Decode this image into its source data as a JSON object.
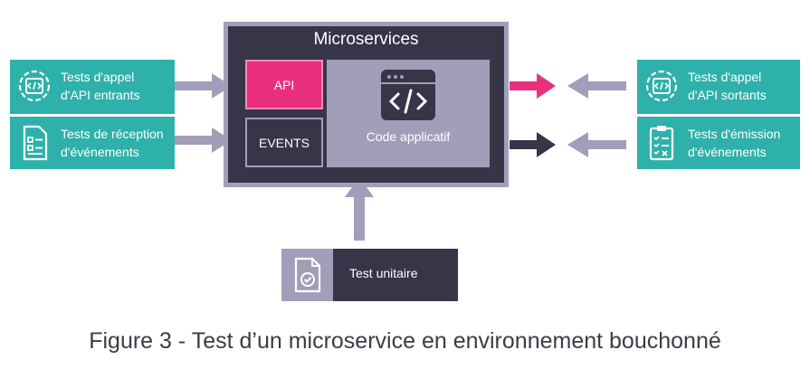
{
  "diagram": {
    "microservices_title": "Microservices",
    "api_label": "API",
    "events_label": "EVENTS",
    "code_label": "Code applicatif",
    "left_cards": [
      {
        "line1": "Tests d'appel",
        "line2": "d'API entrants",
        "icon": "api-code-icon"
      },
      {
        "line1": "Tests de réception",
        "line2": "d'événements",
        "icon": "document-list-icon"
      }
    ],
    "right_cards": [
      {
        "line1": "Tests d'appel",
        "line2": "d'API sortants",
        "icon": "api-code-icon"
      },
      {
        "line1": "Tests d'émission",
        "line2": "d'événements",
        "icon": "clipboard-checklist-icon"
      }
    ],
    "unit_test_label": "Test unitaire",
    "unit_test_icon": "document-check-icon",
    "caption": "Figure 3 - Test d’un microservice en environnement bouchonné",
    "colors": {
      "teal": "#2eb1aa",
      "dark": "#373548",
      "lavender": "#a29eb9",
      "pink": "#e8307f",
      "caption_text": "#3c3c46"
    }
  }
}
